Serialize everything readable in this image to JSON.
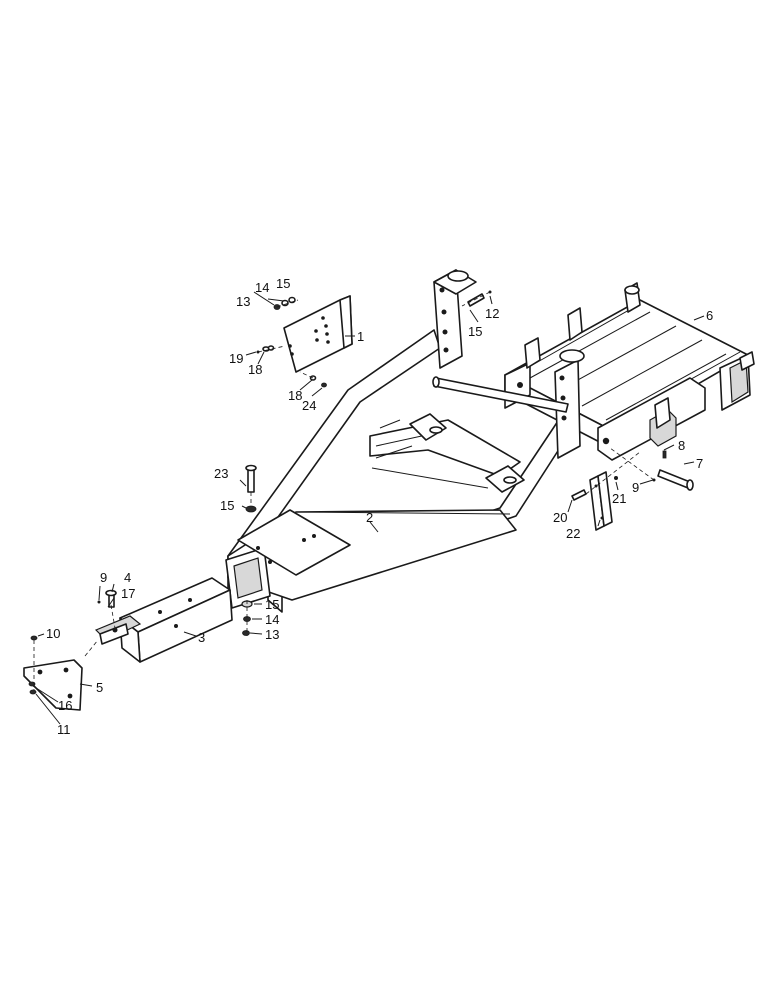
{
  "diagram": {
    "callouts": [
      {
        "id": "c1",
        "label": "1"
      },
      {
        "id": "c2",
        "label": "2"
      },
      {
        "id": "c3",
        "label": "3"
      },
      {
        "id": "c4",
        "label": "4"
      },
      {
        "id": "c5",
        "label": "5"
      },
      {
        "id": "c6",
        "label": "6"
      },
      {
        "id": "c7",
        "label": "7"
      },
      {
        "id": "c8",
        "label": "8"
      },
      {
        "id": "c9a",
        "label": "9"
      },
      {
        "id": "c9b",
        "label": "9"
      },
      {
        "id": "c10",
        "label": "10"
      },
      {
        "id": "c11",
        "label": "11"
      },
      {
        "id": "c12",
        "label": "12"
      },
      {
        "id": "c13a",
        "label": "13"
      },
      {
        "id": "c13b",
        "label": "13"
      },
      {
        "id": "c14a",
        "label": "14"
      },
      {
        "id": "c14b",
        "label": "14"
      },
      {
        "id": "c15a",
        "label": "15"
      },
      {
        "id": "c15b",
        "label": "15"
      },
      {
        "id": "c15c",
        "label": "15"
      },
      {
        "id": "c15d",
        "label": "15"
      },
      {
        "id": "c16",
        "label": "16"
      },
      {
        "id": "c17",
        "label": "17"
      },
      {
        "id": "c18a",
        "label": "18"
      },
      {
        "id": "c18b",
        "label": "18"
      },
      {
        "id": "c19",
        "label": "19"
      },
      {
        "id": "c20",
        "label": "20"
      },
      {
        "id": "c21",
        "label": "21"
      },
      {
        "id": "c22",
        "label": "22"
      },
      {
        "id": "c23",
        "label": "23"
      },
      {
        "id": "c24",
        "label": "24"
      }
    ]
  }
}
